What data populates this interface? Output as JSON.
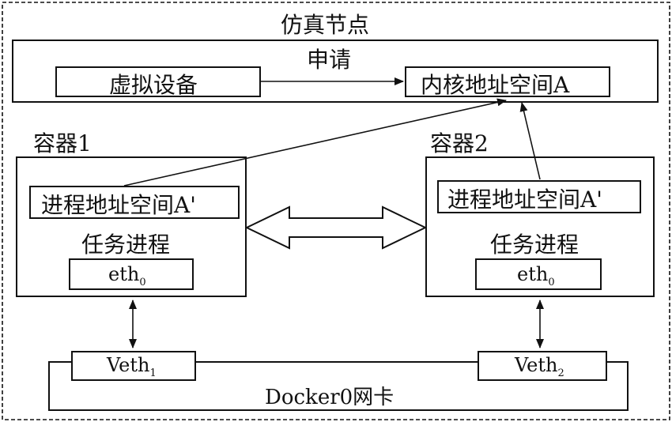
{
  "outer": {
    "title": "仿真节点"
  },
  "top_panel": {
    "label": "申请",
    "virtual_device": "虚拟设备",
    "kernel_space": "内核地址空间A"
  },
  "container1": {
    "title": "容器1",
    "process_space": "进程地址空间A'",
    "task": "任务进程",
    "nic_base": "eth",
    "nic_sub": "0"
  },
  "container2": {
    "title": "容器2",
    "process_space": "进程地址空间A'",
    "task": "任务进程",
    "nic_base": "eth",
    "nic_sub": "0"
  },
  "bridge": {
    "label": "Docker0网卡",
    "veth1_base": "Veth",
    "veth1_sub": "1",
    "veth2_base": "Veth",
    "veth2_sub": "2"
  }
}
